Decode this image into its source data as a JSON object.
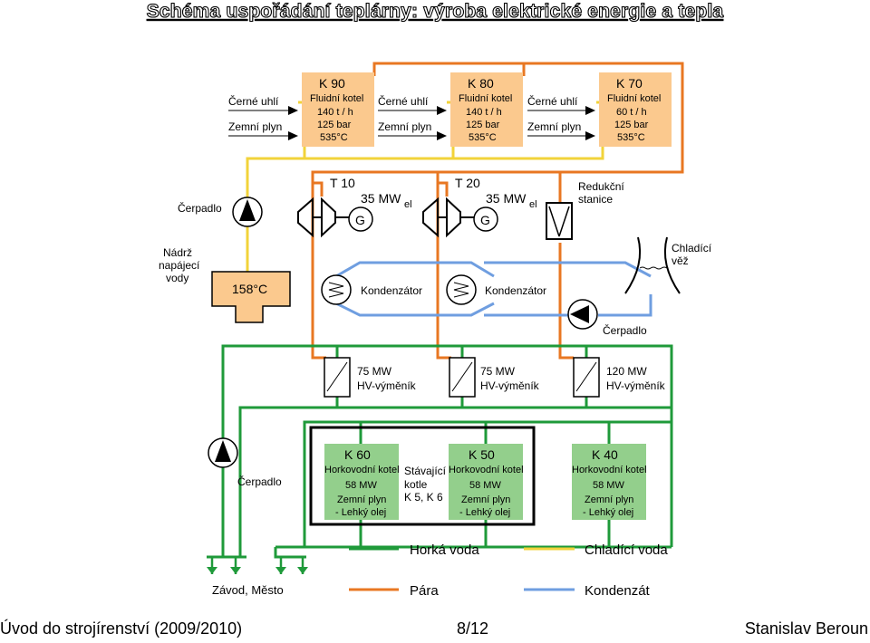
{
  "title": "Schéma uspořádání teplárny: výroba elektrické energie a tepla",
  "colors": {
    "steam": "#e87722",
    "hot_water": "#1f9a3a",
    "cooling_water": "#f2d33a",
    "condensate": "#6f9ee0",
    "steam_boiler_fill": "#fbc98e",
    "hot_water_boiler_fill": "#93cf8c"
  },
  "steam_boilers": [
    {
      "name": "K 90",
      "type": "Fluidní kotel",
      "flow": "140 t / h",
      "pressure": "125 bar",
      "temp": "535°C"
    },
    {
      "name": "K 80",
      "type": "Fluidní kotel",
      "flow": "140 t / h",
      "pressure": "125 bar",
      "temp": "535°C"
    },
    {
      "name": "K 70",
      "type": "Fluidní kotel",
      "flow": "60 t / h",
      "pressure": "125 bar",
      "temp": "535°C"
    }
  ],
  "fuels": [
    {
      "coal": "Černé uhlí",
      "gas": "Zemní plyn"
    },
    {
      "coal": "Černé uhlí",
      "gas": "Zemní plyn"
    },
    {
      "coal": "Černé uhlí",
      "gas": "Zemní plyn"
    }
  ],
  "turbines": [
    {
      "name": "T 10",
      "power": "35 MW",
      "sub": "el",
      "generator": "G",
      "condenser": "Kondenzátor"
    },
    {
      "name": "T 20",
      "power": "35 MW",
      "sub": "el",
      "generator": "G",
      "condenser": "Kondenzátor"
    }
  ],
  "reduction_station": {
    "line1": "Redukční",
    "line2": "stanice"
  },
  "cooling_tower": {
    "line1": "Chladící",
    "line2": "věž"
  },
  "tank": {
    "line1": "Nádrž",
    "line2": "napájecí",
    "line3": "vody",
    "temp": "158°C"
  },
  "pumps": {
    "feed": "Čerpadlo",
    "cooling": "Čerpadlo",
    "district": "Čerpadlo"
  },
  "exchangers": [
    {
      "power": "75 MW",
      "label": "HV-výměník"
    },
    {
      "power": "75 MW",
      "label": "HV-výměník"
    },
    {
      "power": "120 MW",
      "label": "HV-výměník"
    }
  ],
  "hot_water_boilers": [
    {
      "name": "K 60",
      "type": "Horkovodní kotel",
      "power": "58 MW",
      "fuel1": "Zemní plyn",
      "fuel2": "- Lehký olej"
    },
    {
      "name": "K 50",
      "type": "Horkovodní kotel",
      "power": "58 MW",
      "fuel1": "Zemní plyn",
      "fuel2": "- Lehký olej"
    },
    {
      "name": "K 40",
      "type": "Horkovodní kotel",
      "power": "58 MW",
      "fuel1": "Zemní plyn",
      "fuel2": "- Lehký olej"
    }
  ],
  "existing_boilers": {
    "line1": "Stávající",
    "line2": "kotle",
    "line3": "K 5, K 6"
  },
  "consumers": "Závod, Město",
  "legend": {
    "hot_water": "Horká voda",
    "cooling_water": "Chladící voda",
    "steam": "Pára",
    "condensate": "Kondenzát"
  },
  "footer": {
    "left": "Úvod do strojírenství (2009/2010)",
    "center": "8/12",
    "right": "Stanislav Beroun"
  }
}
